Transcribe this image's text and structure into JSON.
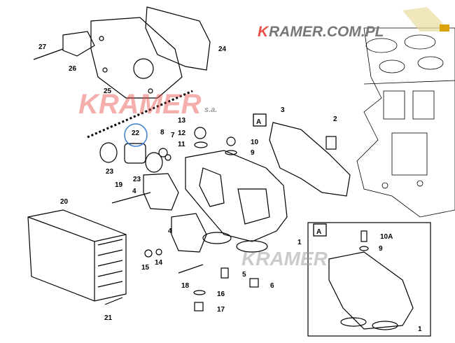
{
  "watermark": {
    "brand": "KRAMER.COM.PL",
    "brand_k": "K",
    "brand_rest": "RAMER.COM.PL",
    "center_logo": "KRAMER",
    "center_suffix": "s.a.",
    "bottom_logo": "KRAMER",
    "accent_color": "#e8504a"
  },
  "detail_label_main": "A",
  "detail_label_inset": "A",
  "callouts": [
    "27",
    "26",
    "25",
    "24",
    "3",
    "2",
    "13",
    "12",
    "11",
    "8",
    "7",
    "22",
    "10",
    "9",
    "23",
    "23",
    "19",
    "4",
    "4",
    "20",
    "1",
    "15",
    "14",
    "18",
    "5",
    "6",
    "16",
    "17",
    "21",
    "10A",
    "9",
    "1"
  ]
}
